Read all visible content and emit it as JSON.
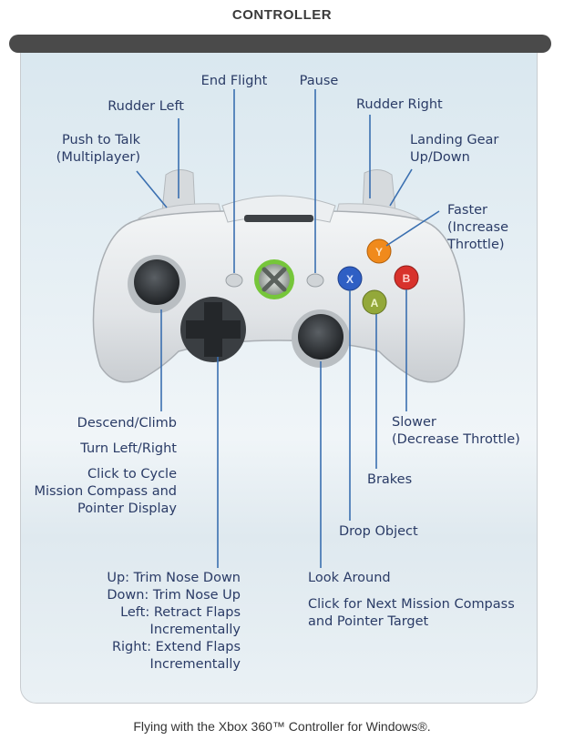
{
  "heading": "CONTROLLER",
  "labels": {
    "push_to_talk": "Push to Talk\n(Multiplayer)",
    "rudder_left": "Rudder Left",
    "end_flight": "End Flight",
    "pause": "Pause",
    "rudder_right": "Rudder Right",
    "landing_gear": "Landing Gear\nUp/Down",
    "faster": "Faster\n(Increase\nThrottle)",
    "descend": "Descend/Climb",
    "turn": "Turn Left/Right",
    "click_cycle": "Click to Cycle\nMission Compass and\nPointer Display",
    "slower": "Slower\n(Decrease Throttle)",
    "brakes": "Brakes",
    "drop_object": "Drop Object",
    "dpad": "Up: Trim Nose Down\nDown: Trim Nose Up\nLeft: Retract Flaps\nIncrementally\nRight: Extend Flaps\nIncrementally",
    "look_around": "Look Around",
    "click_next": "Click for Next Mission Compass\nand Pointer Target"
  },
  "buttons": {
    "x": "X",
    "y": "Y",
    "a": "A",
    "b": "B"
  },
  "caption": "Flying with the Xbox 360™ Controller for Windows®.",
  "colors": {
    "label_text": "#2a3b66",
    "leader_line": "#3a6fb0",
    "controller_body": "#e4e7ea",
    "button_x": "#2f5fc4",
    "button_y": "#f08a1c",
    "button_a": "#93a83a",
    "button_b": "#d8322c",
    "guide_ring": "#7ed23a"
  }
}
